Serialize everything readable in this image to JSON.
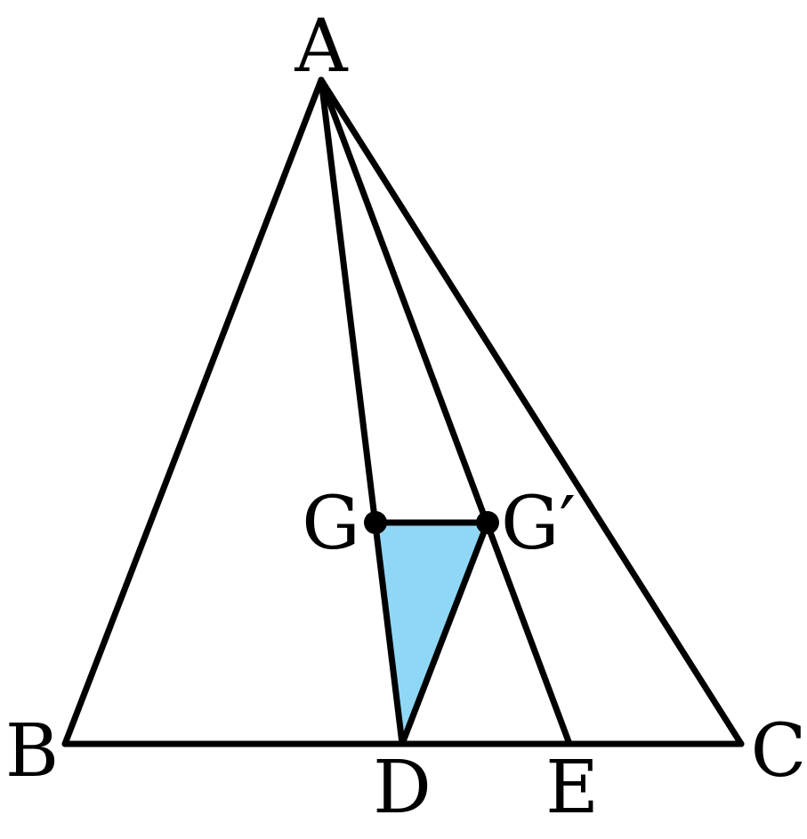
{
  "colors": {
    "stroke": "#000000",
    "shaded_triangle": "#8fd7f5",
    "background": "#ffffff"
  },
  "labels": {
    "A": "A",
    "B": "B",
    "C": "C",
    "D": "D",
    "E": "E",
    "G": "G",
    "G_prime": "G′"
  }
}
